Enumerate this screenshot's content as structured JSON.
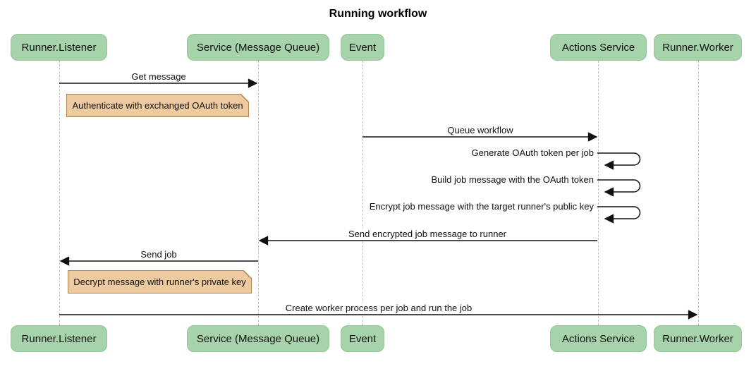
{
  "title": "Running workflow",
  "participants": [
    {
      "id": "runner-listener",
      "label": "Runner.Listener"
    },
    {
      "id": "service-message-queue",
      "label": "Service (Message Queue)"
    },
    {
      "id": "event",
      "label": "Event"
    },
    {
      "id": "actions-service",
      "label": "Actions Service"
    },
    {
      "id": "runner-worker",
      "label": "Runner.Worker"
    }
  ],
  "messages": [
    {
      "label": "Get message",
      "from": "Runner.Listener",
      "to": "Service (Message Queue)",
      "type": "solid-arrow"
    },
    {
      "label": "Queue workflow",
      "from": "Event",
      "to": "Actions Service",
      "type": "solid-arrow"
    },
    {
      "label": "Generate OAuth token per job",
      "from": "Actions Service",
      "to": "Actions Service",
      "type": "self-arrow"
    },
    {
      "label": "Build job message with the OAuth token",
      "from": "Actions Service",
      "to": "Actions Service",
      "type": "self-arrow"
    },
    {
      "label": "Encrypt job message with the target runner's public key",
      "from": "Actions Service",
      "to": "Actions Service",
      "type": "self-arrow"
    },
    {
      "label": "Send encrypted job message to runner",
      "from": "Actions Service",
      "to": "Service (Message Queue)",
      "type": "solid-arrow"
    },
    {
      "label": "Send job",
      "from": "Service (Message Queue)",
      "to": "Runner.Listener",
      "type": "solid-arrow"
    },
    {
      "label": "Create worker process per job and run the job",
      "from": "Runner.Listener",
      "to": "Runner.Worker",
      "type": "solid-arrow"
    }
  ],
  "notes": [
    {
      "text": "Authenticate with exchanged OAuth token",
      "over": "Runner.Listener / Service (Message Queue)"
    },
    {
      "text": "Decrypt message with runner's private key",
      "over": "Runner.Listener / Service (Message Queue)"
    }
  ],
  "colors": {
    "participant_fill": "#a6d3a9",
    "participant_border": "#93c49a",
    "note_fill": "#edca9f",
    "note_border": "#ae8352",
    "lifeline": "#c0c0c0",
    "arrow": "#111111"
  }
}
